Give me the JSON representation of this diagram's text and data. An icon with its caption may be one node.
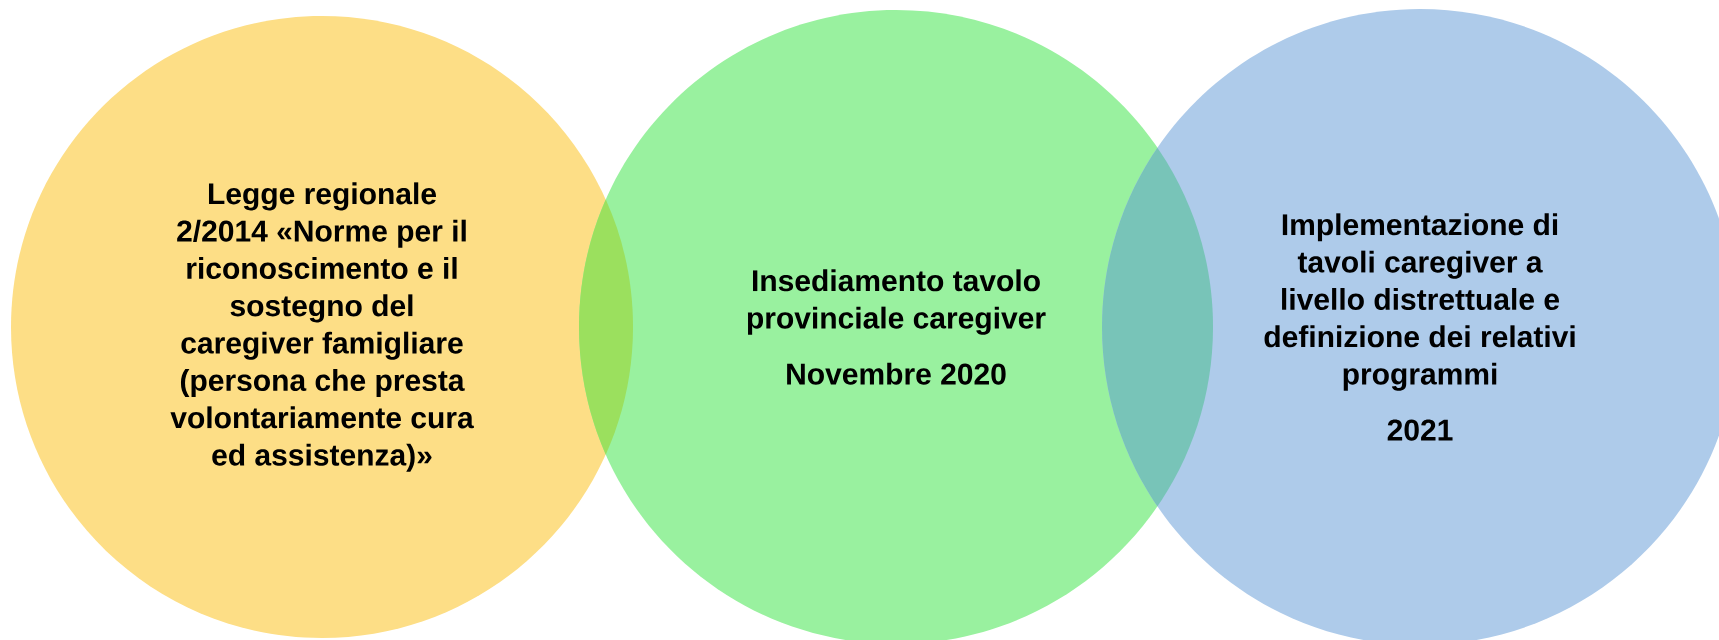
{
  "diagram": {
    "nodes": [
      {
        "text": [
          "Legge regionale 2/2014 «Norme per il riconoscimento e il sostegno del caregiver famigliare (persona che presta volontariamente cura ed assistenza)»"
        ]
      },
      {
        "text": [
          "Insediamento tavolo provinciale caregiver",
          "Novembre 2020"
        ]
      },
      {
        "text": [
          "Implementazione di tavoli caregiver a livello distrettuale e definizione dei relativi programmi",
          "2021"
        ]
      }
    ]
  }
}
